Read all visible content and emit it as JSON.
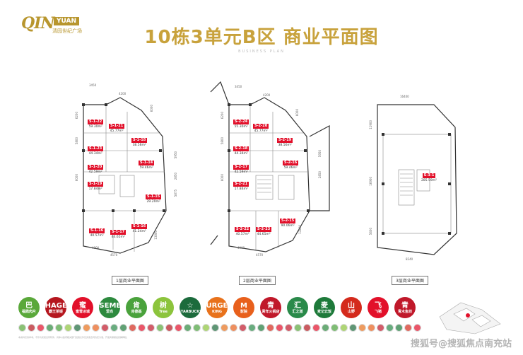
{
  "header": {
    "brand_mark": "QIN",
    "brand_yuan": "YUAN",
    "brand_cn": "清园世纪广场",
    "title": "10栋3单元B区 商业平面图",
    "subtitle": "BUSINESS PLAN"
  },
  "plans": [
    {
      "caption": "1层商业平面图",
      "units": [
        {
          "id": "S-1-22",
          "area": "59.30m²"
        },
        {
          "id": "S-1-21",
          "area": "45.77m²"
        },
        {
          "id": "S-1-18",
          "area": "38.56m²"
        },
        {
          "id": "S-1-23",
          "area": "44.34m²"
        },
        {
          "id": "S-1-20",
          "area": "42.59m²"
        },
        {
          "id": "S-1-14",
          "area": "59.46m²"
        },
        {
          "id": "S-1-19",
          "area": "17.84m²"
        },
        {
          "id": "S-1-15",
          "area": "29.20m²"
        },
        {
          "id": "S-1-16",
          "area": "40.57m²"
        },
        {
          "id": "S-1-17",
          "area": "44.65m²"
        },
        {
          "id": "S-1-16",
          "area": "41.24m²"
        }
      ],
      "dims": [
        "3450",
        "4200",
        "6000",
        "6200",
        "5800",
        "6000",
        "4000",
        "4570",
        "13800",
        "5950",
        "2850",
        "5875"
      ]
    },
    {
      "caption": "2层商业平面图",
      "units": [
        {
          "id": "S-2-24",
          "area": "55.30m²"
        },
        {
          "id": "S-2-20",
          "area": "45.77m²"
        },
        {
          "id": "S-2-19",
          "area": "38.56m²"
        },
        {
          "id": "S-2-18",
          "area": "44.34m²"
        },
        {
          "id": "S-2-17",
          "area": "42.59m²"
        },
        {
          "id": "S-2-16",
          "area": "59.46m²"
        },
        {
          "id": "S-2-21",
          "area": "17.84m²"
        },
        {
          "id": "S-2-22",
          "area": "40.57m²"
        },
        {
          "id": "S-2-23",
          "area": "44.65m²"
        },
        {
          "id": "S-2-15",
          "area": "90.06m²"
        }
      ],
      "dims": [
        "3450",
        "4200",
        "6000",
        "6200",
        "5800",
        "6000",
        "4000",
        "4570",
        "13800",
        "5950",
        "2850"
      ]
    },
    {
      "caption": "3层商业平面图",
      "units": [
        {
          "id": "S-3-1",
          "area": "285.59m²"
        }
      ],
      "dims": [
        "16400",
        "11900",
        "16900",
        "5600",
        "8240"
      ]
    }
  ],
  "logos": [
    {
      "text": "巴",
      "sub": "福鼎肉片",
      "color": "#5aa83a"
    },
    {
      "text": "CHAGEE",
      "sub": "霸王茶姬",
      "color": "#b5161e"
    },
    {
      "text": "蜜",
      "sub": "蜜雪冰城",
      "color": "#e2102a"
    },
    {
      "text": "ASSEMBLY",
      "sub": "爱尚",
      "color": "#2d8a3e"
    },
    {
      "text": "肯",
      "sub": "肯德基",
      "color": "#4aa23c"
    },
    {
      "text": "树",
      "sub": "Tree",
      "color": "#8cc43c"
    },
    {
      "text": "☆",
      "sub": "STARBUCKS",
      "color": "#1c6b3c"
    },
    {
      "text": "BURGER",
      "sub": "KING",
      "color": "#e8721c"
    },
    {
      "text": "M",
      "sub": "影院",
      "color": "#e8601c"
    },
    {
      "text": "青",
      "sub": "青年火锅店",
      "color": "#c0182a"
    },
    {
      "text": "汇",
      "sub": "汇之道",
      "color": "#2a8a4a"
    },
    {
      "text": "麦",
      "sub": "麦记云饭",
      "color": "#1e7a3a"
    },
    {
      "text": "山",
      "sub": "山野",
      "color": "#d42a1c"
    },
    {
      "text": "飞",
      "sub": "飞猪",
      "color": "#e2102a"
    },
    {
      "text": "青",
      "sub": "青木鱼坊",
      "color": "#c0182a"
    }
  ],
  "footnote": "本资料仅供参考，不作为买卖合同附件，具体以政府相关部门批准文件及买卖合同约定为准，开发商保留最终解释权。",
  "watermark": "搜狐号@搜狐焦点南充站"
}
